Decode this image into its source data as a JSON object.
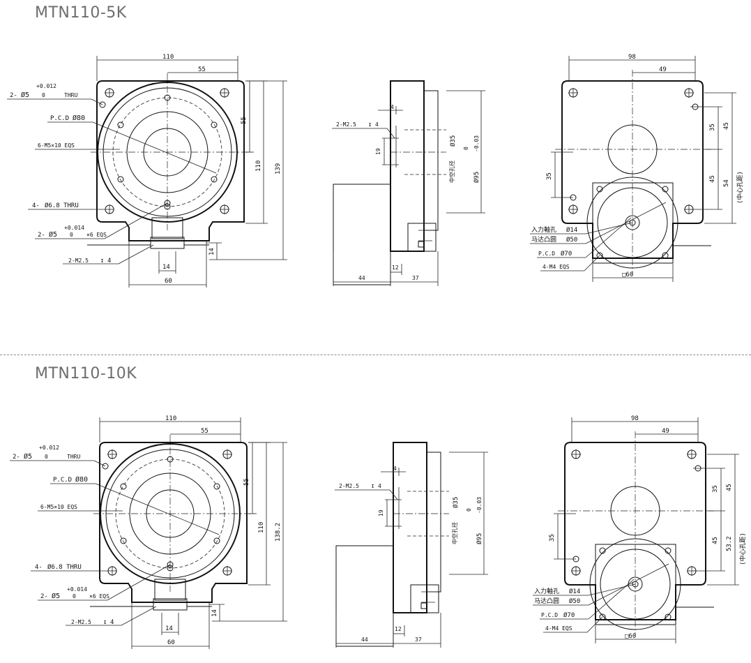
{
  "sections": [
    {
      "title": "MTN110-5K",
      "front": {
        "dim_width": "110",
        "dim_half": "55",
        "dim_55_vert": "55",
        "dim_110_vert": "110",
        "dim_total_height": "139",
        "dim_14_vert": "14",
        "dim_14_horiz": "14",
        "dim_60": "60",
        "pin_hole_tol": "+0.012",
        "pin_hole_tol_low": "0",
        "pin_hole_label": "2-",
        "pin_hole_dia": "Ø5",
        "pin_hole_suffix": "THRU",
        "pcd_label": "P.C.D",
        "pcd_value": "Ø80",
        "tap_label": "6-M5×10 EQS",
        "thru_label": "4-",
        "thru_value": "Ø6.8 THRU",
        "pin2_tol": "+0.014",
        "pin2_tol_low": "0",
        "pin2_label": "2-",
        "pin2_dia": "Ø5",
        "pin2_suffix": "×6 EQS",
        "m25_label": "2-M2.5",
        "m25_depth": "4"
      },
      "side": {
        "dim_4": "4",
        "m25_label": "2-M2.5",
        "m25_depth": "4",
        "dim_19": "19",
        "center_hole_label": "中空孔径",
        "center_hole_dia": "Ø35",
        "od_tol_high": "0",
        "od_tol_low": "-0.03",
        "od_dia": "Ø95",
        "dim_44": "44",
        "dim_12": "12",
        "dim_37": "37"
      },
      "rear": {
        "dim_98": "98",
        "dim_49": "49",
        "dim_35_right": "35",
        "dim_45_right": "45",
        "dim_45_lower": "45",
        "dim_total_right": "54",
        "center_label": "(中心孔距)",
        "dim_35_left": "35",
        "input_shaft_label": "入力軸孔",
        "input_shaft_dia": "Ø14",
        "motor_boss_label": "马达凸圆",
        "motor_boss_dia": "Ø50",
        "pcd_label": "P.C.D",
        "pcd_value": "Ø70",
        "tap_label": "4-M4 EQS",
        "square_label": "□60"
      }
    },
    {
      "title": "MTN110-10K",
      "front": {
        "dim_width": "110",
        "dim_half": "55",
        "dim_55_vert": "55",
        "dim_110_vert": "110",
        "dim_total_height": "138.2",
        "dim_14_vert": "14",
        "dim_14_horiz": "14",
        "dim_60": "60",
        "pin_hole_tol": "+0.012",
        "pin_hole_tol_low": "0",
        "pin_hole_label": "2-",
        "pin_hole_dia": "Ø5",
        "pin_hole_suffix": "THRU",
        "pcd_label": "P.C.D",
        "pcd_value": "Ø80",
        "tap_label": "6-M5×10 EQS",
        "thru_label": "4-",
        "thru_value": "Ø6.8 THRU",
        "pin2_tol": "+0.014",
        "pin2_tol_low": "0",
        "pin2_label": "2-",
        "pin2_dia": "Ø5",
        "pin2_suffix": "×6 EQS",
        "m25_label": "2-M2.5",
        "m25_depth": "4"
      },
      "side": {
        "dim_4": "4",
        "m25_label": "2-M2.5",
        "m25_depth": "4",
        "dim_19": "19",
        "center_hole_label": "中空孔径",
        "center_hole_dia": "Ø35",
        "od_tol_high": "0",
        "od_tol_low": "-0.03",
        "od_dia": "Ø95",
        "dim_44": "44",
        "dim_12": "12",
        "dim_37": "37"
      },
      "rear": {
        "dim_98": "98",
        "dim_49": "49",
        "dim_35_right": "35",
        "dim_45_right": "45",
        "dim_45_lower": "45",
        "dim_total_right": "53.2",
        "center_label": "(中心孔距)",
        "dim_35_left": "35",
        "input_shaft_label": "入力軸孔",
        "input_shaft_dia": "Ø14",
        "motor_boss_label": "马达凸圆",
        "motor_boss_dia": "Ø50",
        "pcd_label": "P.C.D",
        "pcd_value": "Ø70",
        "tap_label": "4-M4 EQS",
        "square_label": "□60"
      }
    }
  ]
}
